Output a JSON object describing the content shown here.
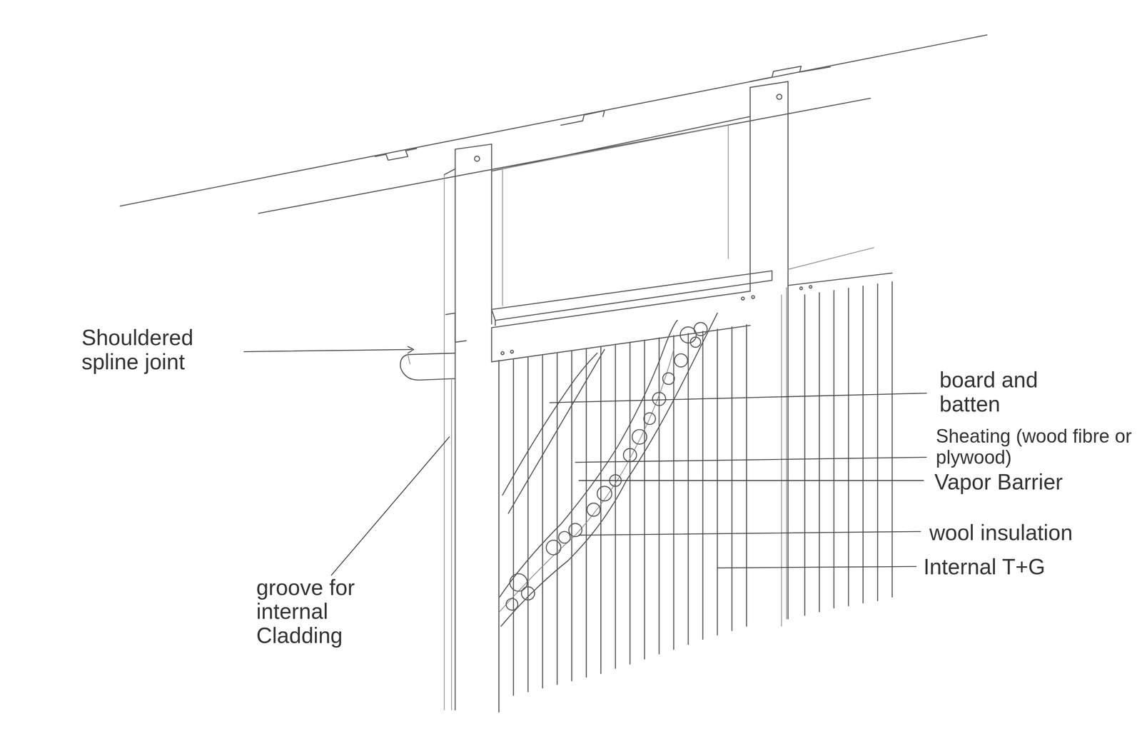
{
  "diagram": {
    "labels": [
      "Shouldered spline joint",
      "groove for internal Cladding",
      "board and batten",
      "Sheating (wood fibre or plywood)",
      "Vapor Barrier",
      "wool insulation",
      "Internal T+G"
    ]
  }
}
